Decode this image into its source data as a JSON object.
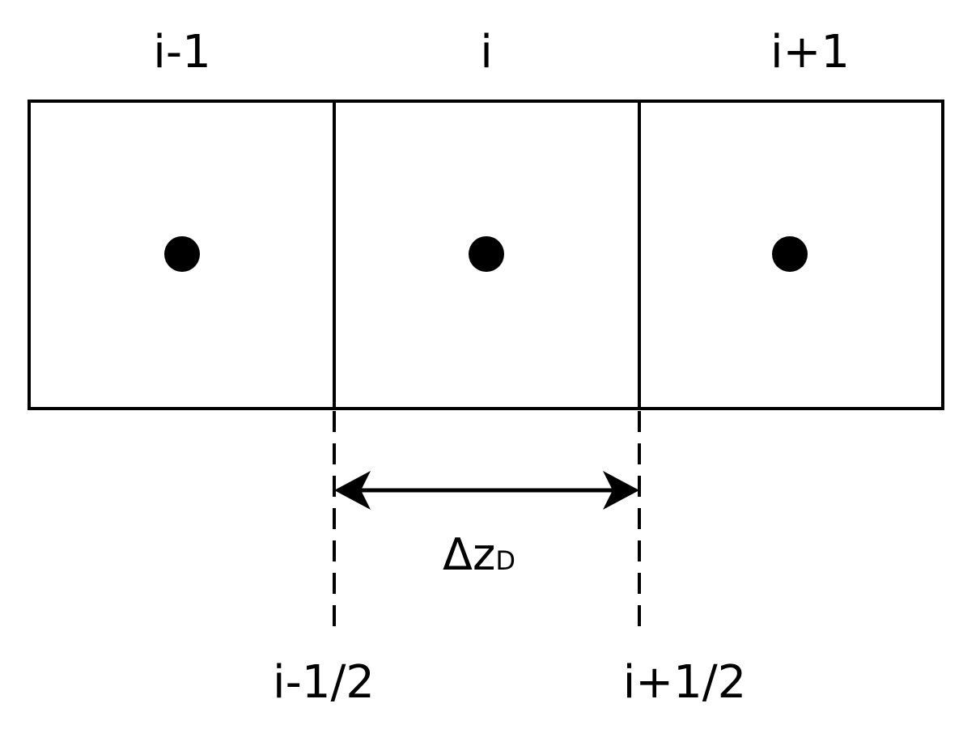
{
  "diagram": {
    "cells": [
      {
        "label": "i-1"
      },
      {
        "label": "i"
      },
      {
        "label": "i+1"
      }
    ],
    "faces": [
      {
        "label": "i-1/2"
      },
      {
        "label": "i+1/2"
      }
    ],
    "spacing": {
      "delta": "Δ",
      "symbol": "z",
      "subscript": "D"
    }
  },
  "colors": {
    "stroke": "#000000",
    "background": "#ffffff"
  }
}
